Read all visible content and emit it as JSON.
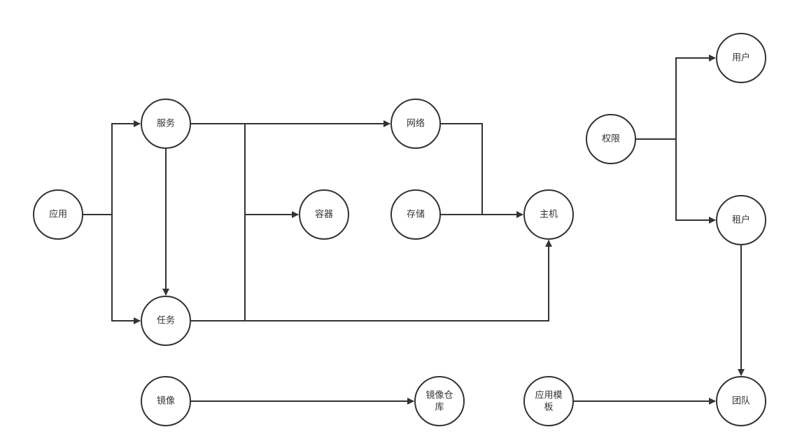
{
  "diagram": {
    "nodes": {
      "app": {
        "lines": [
          "应用"
        ]
      },
      "service": {
        "lines": [
          "服务"
        ]
      },
      "task": {
        "lines": [
          "任务"
        ]
      },
      "network": {
        "lines": [
          "网络"
        ]
      },
      "container": {
        "lines": [
          "容器"
        ]
      },
      "storage": {
        "lines": [
          "存储"
        ]
      },
      "host": {
        "lines": [
          "主机"
        ]
      },
      "image": {
        "lines": [
          "镜像"
        ]
      },
      "registry": {
        "lines": [
          "镜像仓",
          "库"
        ]
      },
      "app_template": {
        "lines": [
          "应用模",
          "板"
        ]
      },
      "team": {
        "lines": [
          "团队"
        ]
      },
      "permission": {
        "lines": [
          "权限"
        ]
      },
      "user": {
        "lines": [
          "用户"
        ]
      },
      "tenant": {
        "lines": [
          "租户"
        ]
      }
    },
    "edges": [
      {
        "from": "app",
        "to": "service"
      },
      {
        "from": "app",
        "to": "task"
      },
      {
        "from": "service",
        "to": "task"
      },
      {
        "from": "service",
        "to": "network"
      },
      {
        "from": "service",
        "to": "container"
      },
      {
        "from": "task",
        "to": "container"
      },
      {
        "from": "task",
        "to": "host"
      },
      {
        "from": "network",
        "to": "host"
      },
      {
        "from": "storage",
        "to": "host"
      },
      {
        "from": "image",
        "to": "registry"
      },
      {
        "from": "app_template",
        "to": "team"
      },
      {
        "from": "permission",
        "to": "user"
      },
      {
        "from": "permission",
        "to": "tenant"
      },
      {
        "from": "tenant",
        "to": "team"
      }
    ]
  }
}
